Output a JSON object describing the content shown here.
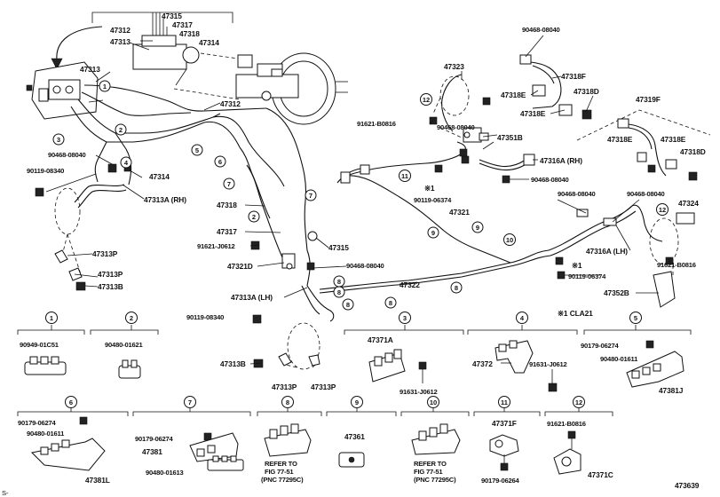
{
  "callouts": {
    "c_47315": "47315",
    "c_47317": "47317",
    "c_47318": "47318",
    "c_47314_top": "47314",
    "c_47312_top": "47312",
    "c_47313_top": "47313",
    "c_47313_mid": "47313",
    "c_47312_mid": "47312",
    "c_90468_a": "90468-08040",
    "c_90119_a": "90119-08340",
    "c_47314_mid": "47314",
    "c_47313A_RH": "47313A (RH)",
    "c_47313P_a": "47313P",
    "c_47313P_b": "47313P",
    "c_47313B_a": "47313B",
    "c_47318_mid": "47318",
    "c_47317_mid": "47317",
    "c_91621_J0612": "91621-J0612",
    "c_47321D": "47321D",
    "c_47315_mid": "47315",
    "c_90468_b": "90468-08040",
    "c_47313A_LH": "47313A (LH)",
    "c_90119_b": "90119-08340",
    "c_47313B_b": "47313B",
    "c_47313P_c": "47313P",
    "c_47313P_d": "47313P",
    "c_47322": "47322",
    "c_90468_c": "90468-08040",
    "c_47323": "47323",
    "c_47318F": "47318F",
    "c_47318E_a": "47318E",
    "c_47318D_a": "47318D",
    "c_47318E_b": "47318E",
    "c_91621_B0816_a": "91621-B0816",
    "c_90468_d": "90468-08040",
    "c_47351B": "47351B",
    "c_47316A_RH": "47316A (RH)",
    "c_90468_e": "90468-08040",
    "c_mark1_a": "※1",
    "c_90119_06374_a": "90119-06374",
    "c_47321": "47321",
    "c_47319F": "47319F",
    "c_47318E_c": "47318E",
    "c_47318E_d": "47318E",
    "c_47318D_b": "47318D",
    "c_90468_f": "90468-08040",
    "c_90468_g": "90468-08040",
    "c_47324": "47324",
    "c_47316A_LH": "47316A (LH)",
    "c_mark1_b": "※1",
    "c_90119_06374_b": "90119-06374",
    "c_91621_B0816_b": "91621-B0816",
    "c_47352B": "47352B"
  },
  "footnote": "※1 CLA21",
  "circle_nums": {
    "n1": "1",
    "n2": "2",
    "n3": "3",
    "n4": "4",
    "n5": "5",
    "n6": "6",
    "n7": "7",
    "n2b": "2",
    "n7b": "7",
    "n8a": "8",
    "n8b": "8",
    "n8c": "8",
    "n8d": "8",
    "n8e": "8",
    "n9a": "9",
    "n9b": "9",
    "n10": "10",
    "n11": "11",
    "n12a": "12",
    "n12b": "12"
  },
  "detail": {
    "b1": {
      "num": "1",
      "part": "90949-01C51"
    },
    "b2": {
      "num": "2",
      "part": "90480-01621"
    },
    "b3": {
      "num": "3",
      "p1": "47371A",
      "p2": "91631-J0612"
    },
    "b4": {
      "num": "4",
      "p1": "47372",
      "p2": "91631-J0612"
    },
    "b5": {
      "num": "5",
      "p1": "90179-06274",
      "p2": "90480-01611",
      "p3": "47381J"
    },
    "b6": {
      "num": "6",
      "p1": "90179-06274",
      "p2": "90480-01611",
      "p3": "47381L"
    },
    "b7": {
      "num": "7",
      "p1": "90179-06274",
      "p2": "47381",
      "p3": "90480-01613"
    },
    "b8": {
      "num": "8",
      "r1": "REFER TO",
      "r2": "FIG 77-51",
      "r3": "(PNC 77295C)"
    },
    "b9": {
      "num": "9",
      "p1": "47361"
    },
    "b10": {
      "num": "10",
      "r1": "REFER TO",
      "r2": "FIG 77-51",
      "r3": "(PNC 77295C)"
    },
    "b11": {
      "num": "11",
      "p1": "47371F",
      "p2": "90179-06264"
    },
    "b12": {
      "num": "12",
      "p1": "91621-B0816",
      "p2": "47371C"
    }
  },
  "figure_number": "473639",
  "corner_mark": "S-"
}
